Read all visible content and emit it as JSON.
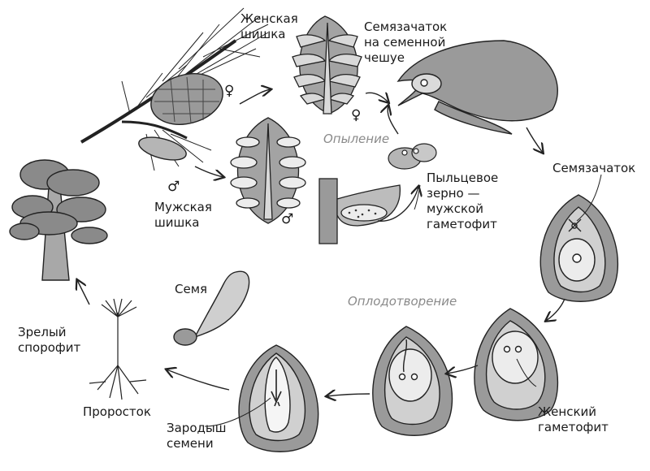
{
  "diagram": {
    "labels": {
      "female_cone": "Женская\nшишка",
      "ovule_on_scale": "Семязачаток\nна семенной\nчешуе",
      "pollination": "Опыление",
      "male_cone": "Мужская\nшишка",
      "ovule": "Семязачаток",
      "pollen_grain": "Пыльцевое\nзерно —\nмужской\nгаметофит",
      "seed": "Семя",
      "fertilization": "Оплодотворение",
      "mature_sporophyte": "Зрелый\nспорофит",
      "female_gametophyte": "Женский\nгаметофит",
      "seedling": "Проросток",
      "seed_embryo": "Зародыш\nсемени"
    },
    "symbols": {
      "female": "♀",
      "male": "♂"
    }
  }
}
